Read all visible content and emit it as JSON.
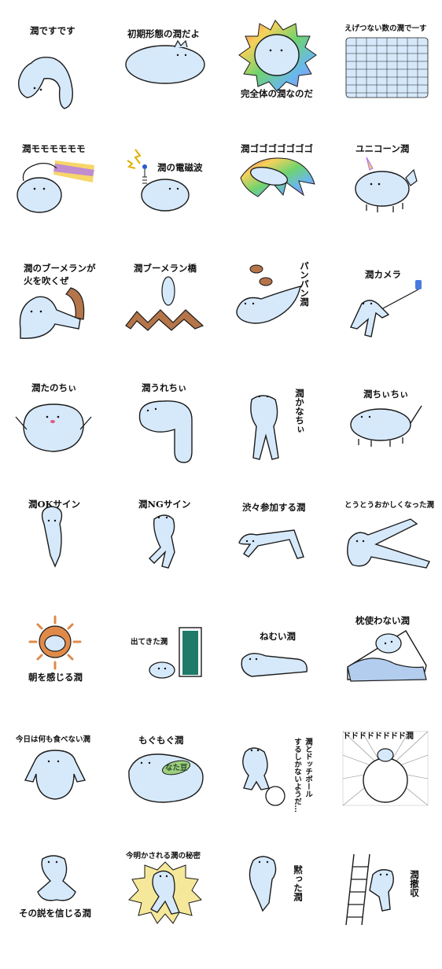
{
  "stickers": [
    {
      "label": "潤ですです"
    },
    {
      "label": "初期形態の潤だよ"
    },
    {
      "label": "完全体の潤なのだ"
    },
    {
      "label": "えげつない数の潤で一す"
    },
    {
      "label": "潤モモモモモモ"
    },
    {
      "label": "潤の電磁波"
    },
    {
      "label": "潤ゴゴゴゴゴゴゴ"
    },
    {
      "label": "ユニコーン潤"
    },
    {
      "label": "潤のブーメランが",
      "label2": "火を吹くぜ"
    },
    {
      "label": "潤ブーメラン橋"
    },
    {
      "label": "パンパン潤"
    },
    {
      "label": "潤カメラ"
    },
    {
      "label": "潤たのちぃ"
    },
    {
      "label": "潤うれちぃ"
    },
    {
      "label": "潤かなちぃ"
    },
    {
      "label": "潤ちぃちぃ"
    },
    {
      "label": "潤OKサイン"
    },
    {
      "label": "潤NGサイン"
    },
    {
      "label": "渋々参加する潤"
    },
    {
      "label": "とうとうおかしくなった潤"
    },
    {
      "label": "朝を感じる潤"
    },
    {
      "label": "出てきた潤"
    },
    {
      "label": "ねむい潤"
    },
    {
      "label": "枕使わない潤"
    },
    {
      "label": "今日は何も食べない潤"
    },
    {
      "label": "もぐもぐ潤",
      "sub": "なた豆"
    },
    {
      "label": "潤とドッチボール",
      "label2": "するしかないようだ…"
    },
    {
      "label": "ドドドドドドドド潤"
    },
    {
      "label": "その説を信じる潤"
    },
    {
      "label": "今明かされる潤の秘密"
    },
    {
      "label": "黙った潤"
    },
    {
      "label": "潤撤収"
    }
  ],
  "colors": {
    "body": "#d6e9fb",
    "outline": "#1a1a1a",
    "boomerang": "#b5754a",
    "sun": "#e08a4a",
    "bean": "#9ccf7e"
  }
}
